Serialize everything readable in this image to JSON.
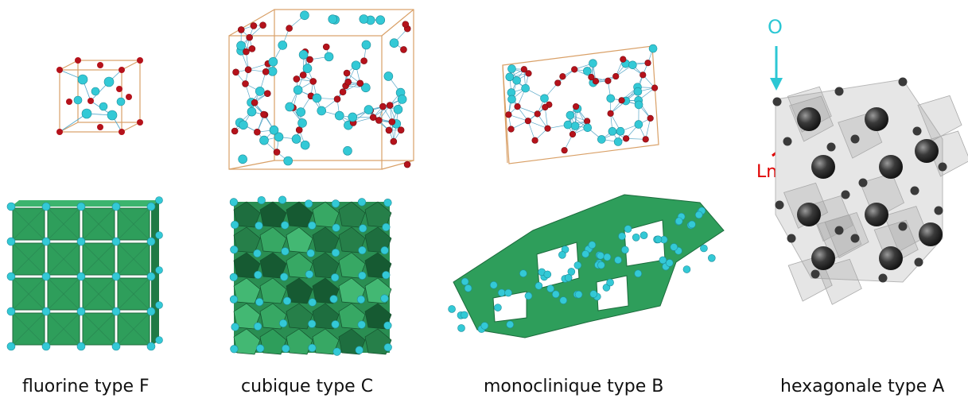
{
  "panels": [
    {
      "caption": "fluorine type F"
    },
    {
      "caption": "cubique type C"
    },
    {
      "caption": "monoclinique type B"
    },
    {
      "caption": "hexagonale type A"
    }
  ],
  "annotations": {
    "oxygen_label": "O",
    "lanthanide_label": "Ln"
  },
  "colors": {
    "oxygen_cyan": "#33c9d6",
    "metal_red": "#b5121b",
    "polyhedra_green": "#2e9e5b",
    "cell_edge": "#d9a067",
    "hex_gray": "#555555",
    "arrow_red": "#e00000",
    "arrow_cyan": "#2cc7d4"
  }
}
